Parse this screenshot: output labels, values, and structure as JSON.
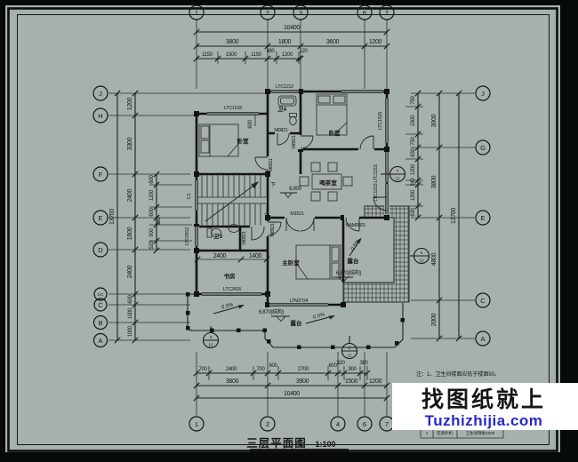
{
  "sheet": {
    "title": "三层平面图",
    "scale": "1:100",
    "note": "注：1、卫生间楼面应低于楼面50。",
    "colors": {
      "paper": "#a6b0ac",
      "ink": "#161616",
      "frame": "#060a09",
      "watermark_blue": "#2a28c8",
      "watermark_bg": "#ffffff"
    }
  },
  "watermark": {
    "line1": "找图纸就上",
    "line2": "Tuzhizhijia.com"
  },
  "axes": {
    "top": [
      "1",
      "2",
      "3",
      "6",
      "7"
    ],
    "bottom": [
      "1",
      "2",
      "4",
      "6",
      "7"
    ],
    "left": [
      "J",
      "H",
      "F",
      "E",
      "D",
      "1/C",
      "C",
      "B",
      "A"
    ],
    "right": [
      "J",
      "G",
      "E",
      "C",
      "A"
    ]
  },
  "dims": {
    "top_total": "10400",
    "top_segments": [
      "3800",
      "1800",
      "3600",
      "1200"
    ],
    "top_subs": [
      "1150",
      "1500",
      "1150",
      "480",
      "1200",
      "120"
    ],
    "bottom_total": "10400",
    "bottom_segments": [
      "3800",
      "3900",
      "1500",
      "1200"
    ],
    "bottom_subs": [
      "700",
      "2400",
      "700",
      "600",
      "2700",
      "600",
      "320",
      "900",
      "380"
    ],
    "left_total": "13700",
    "left_segments": [
      "1200",
      "3300",
      "2400",
      "1800",
      "2400",
      "600",
      "1000",
      "1000"
    ],
    "left_subs": [
      "600",
      "1200",
      "600",
      "380",
      "900",
      "520"
    ],
    "right_total": "13700",
    "right_segments": [
      "3000",
      "3800",
      "4800",
      "2000"
    ],
    "right_subs": [
      "750",
      "1500",
      "750",
      "630",
      "1200",
      "240",
      "1200",
      "630"
    ],
    "interior": {
      "study_a": "2400",
      "study_b": "1400",
      "bed": "600"
    }
  },
  "rooms": {
    "bedroom_left": "卧室",
    "bedroom_right": "卧室",
    "tea_room": "喝茶室",
    "master": "主卧室",
    "study": "书房",
    "bath3": "卫3",
    "bath4": "卫4",
    "terrace_bottom": "露台",
    "terrace_right": "露台"
  },
  "openings": {
    "ltc1212": "LTC1212",
    "ltc1515_top": "LTC1515",
    "ltc1515_right": "LTC1515",
    "ltc1215_pair": "LTC1215 LTC1215",
    "c1": "C1",
    "ltc0912": "LTC0912",
    "ltc2415": "LTC2415",
    "ltm2724": "LTM2724",
    "m0821_bath4": "M0821",
    "m0821_bath3": "M0821",
    "m0921_a": "M0921",
    "m0921_b": "M0921",
    "m0921_c": "M0921",
    "m1521": "M1521",
    "bam0921": "BAM0921"
  },
  "levels": {
    "hall": "6.900",
    "terrace_bottom": "6.870(结构)",
    "terrace_right": "6.870(结构)"
  },
  "slope": "0.5%",
  "stairs": {
    "down": "下",
    "up": "上"
  },
  "callouts": {
    "n7": "7",
    "n5": "5",
    "n3": "3",
    "n2": "2",
    "den": "12"
  },
  "legend": {
    "c1": "1",
    "c2": "空调外机",
    "c3": "卫生间降板2200"
  }
}
